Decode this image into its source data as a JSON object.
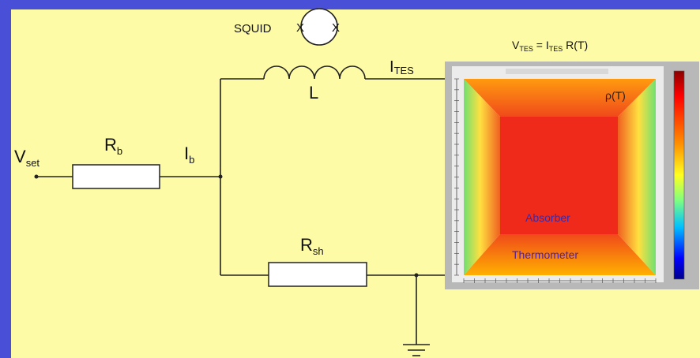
{
  "labels": {
    "vset_main": "V",
    "vset_sub": "set",
    "rb_main": "R",
    "rb_sub": "b",
    "ib_main": "I",
    "ib_sub": "b",
    "l": "L",
    "squid": "SQUID",
    "squid_junction_left": "X",
    "squid_junction_right": "X",
    "ites_main": "I",
    "ites_sub": "TES",
    "rsh_main": "R",
    "rsh_sub": "sh",
    "eq_v": "V",
    "eq_v_sub": "TES",
    "eq_mid": " = I",
    "eq_i_sub": "TES",
    "eq_rt": " R(T)",
    "rho": "ρ(T)",
    "absorber": "Absorber",
    "thermometer": "Thermometer"
  },
  "colors": {
    "background_border": "#4a4fd8",
    "panel": "#fefba6",
    "wire": "#222222",
    "resistor_fill": "#ffffff",
    "plot_frame": "#b8b8b8",
    "absorber": "#ef2a1a",
    "absorber_label": "#3a2aa8",
    "thermometer_label": "#4a1fa8"
  },
  "colorbar": {
    "stops": [
      "#8b0000",
      "#ff0000",
      "#ff8000",
      "#ffff00",
      "#80ff80",
      "#00c0ff",
      "#0000ff",
      "#00008b"
    ]
  }
}
